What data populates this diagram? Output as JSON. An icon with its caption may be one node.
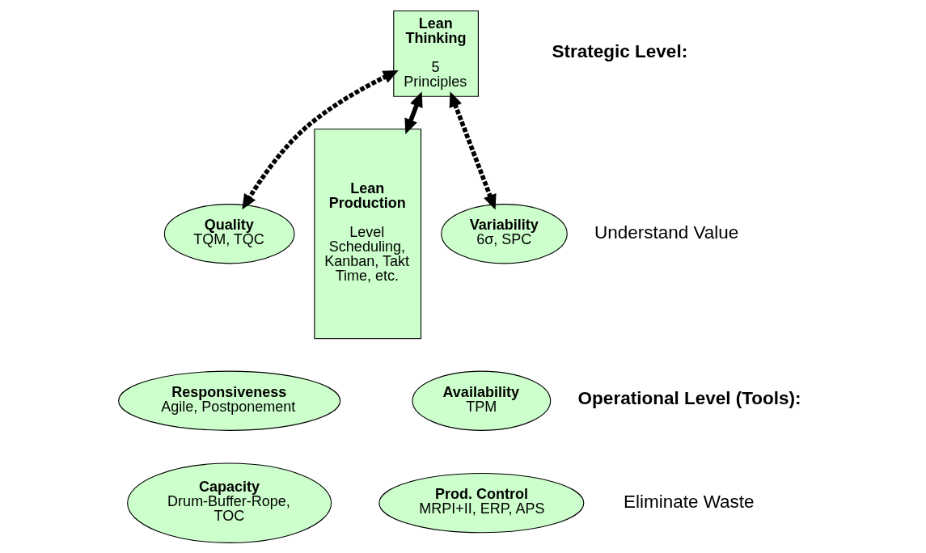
{
  "diagram": {
    "nodes": [
      {
        "text": [
          "Lean Thinking",
          "5 Principles"
        ]
      },
      {
        "text": [
          "Quality",
          "TQM, TQC"
        ]
      },
      {
        "text": [
          "Responsiveness",
          "Agile, Postponement"
        ]
      },
      {
        "text": [
          "Capacity",
          "Drum-Buffer-Rope, TOC"
        ]
      },
      {
        "text": [
          "Lean Production",
          "Level Scheduling, Kanban, Takt Time, etc."
        ]
      },
      {
        "text": [
          "Variability",
          "6σ, SPC"
        ]
      },
      {
        "text": [
          "Availability",
          "TPM"
        ]
      },
      {
        "text": [
          "Prod. Control",
          "MRPI+II, ERP, APS"
        ]
      }
    ],
    "edges": [
      {
        "from": 0,
        "to": 1,
        "arrow": "both",
        "style": "dashed"
      },
      {
        "from": 0,
        "to": 4,
        "arrow": "both"
      },
      {
        "from": 0,
        "to": 5,
        "arrow": "both",
        "style": "dashed"
      }
    ],
    "labels": [
      "Strategic Level:",
      "Understand Value",
      "Operational Level (Tools):",
      "Eliminate Waste"
    ]
  }
}
